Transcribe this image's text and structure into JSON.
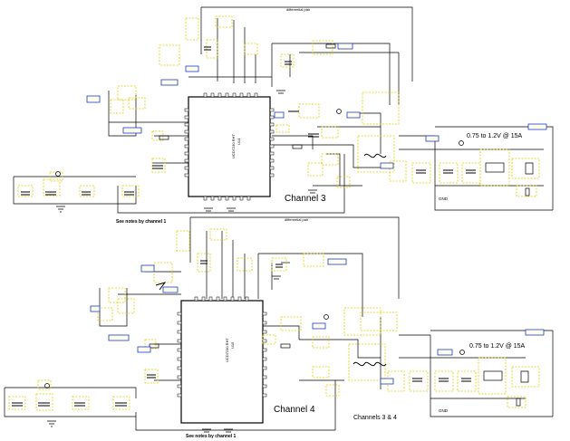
{
  "channel3": {
    "title": "Channel 3",
    "ic_ref": "UCD7230 RHT",
    "ic_sub": "U14",
    "diff_pair": "differential pair",
    "output_rating": "0.75 to 1.2V @ 15A",
    "notes": "See notes by channel 1",
    "gnd": "GND"
  },
  "channel4": {
    "title": "Channel 4",
    "ic_ref": "UCD7230 RHT",
    "ic_sub": "U15",
    "diff_pair": "differential pair",
    "output_rating": "0.75 to 1.2V @ 15A",
    "notes": "See notes by channel 1",
    "gnd": "GND"
  },
  "sheet_label": "Channels 3 & 4",
  "colors": {
    "wire": "#000000",
    "flag_border": "#1a3bd6",
    "designator_box": "#e0d000"
  }
}
